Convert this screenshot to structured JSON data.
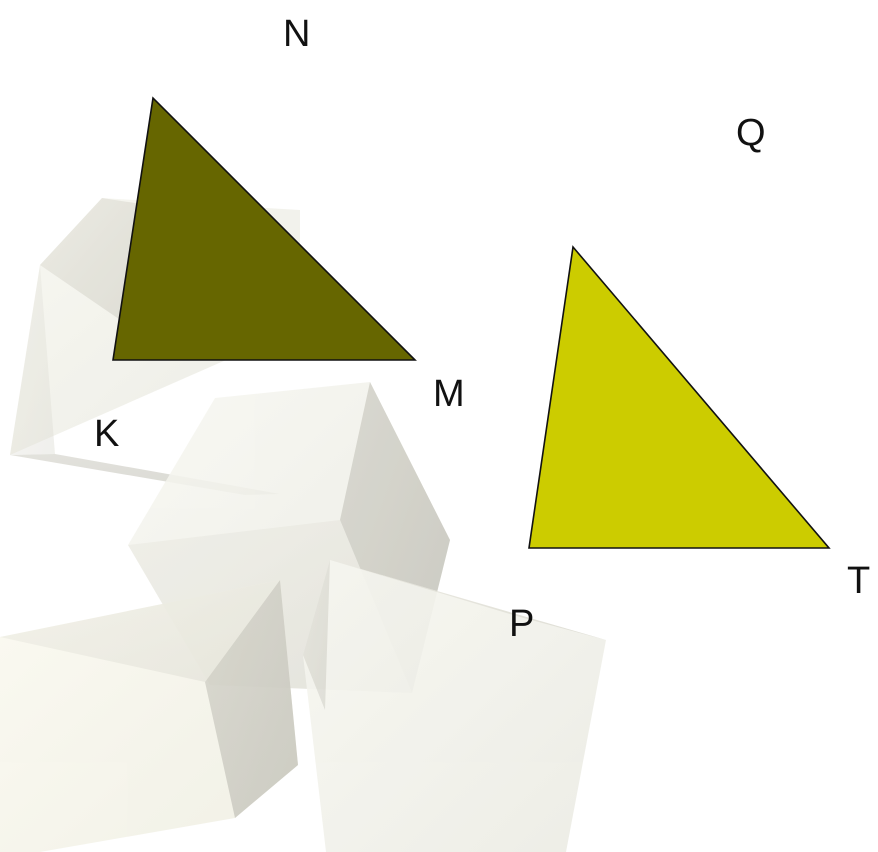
{
  "diagram": {
    "labels": {
      "n": "N",
      "q": "Q",
      "m": "M",
      "k": "K",
      "t": "T",
      "p": "P"
    },
    "triangles": {
      "kmn": {
        "fill": "#666600",
        "stroke": "#111111"
      },
      "pqt": {
        "fill": "#cccc00",
        "stroke": "#111111"
      }
    },
    "background": {
      "color": "#ffffff",
      "cube_tint": "#e7e6dc"
    }
  }
}
